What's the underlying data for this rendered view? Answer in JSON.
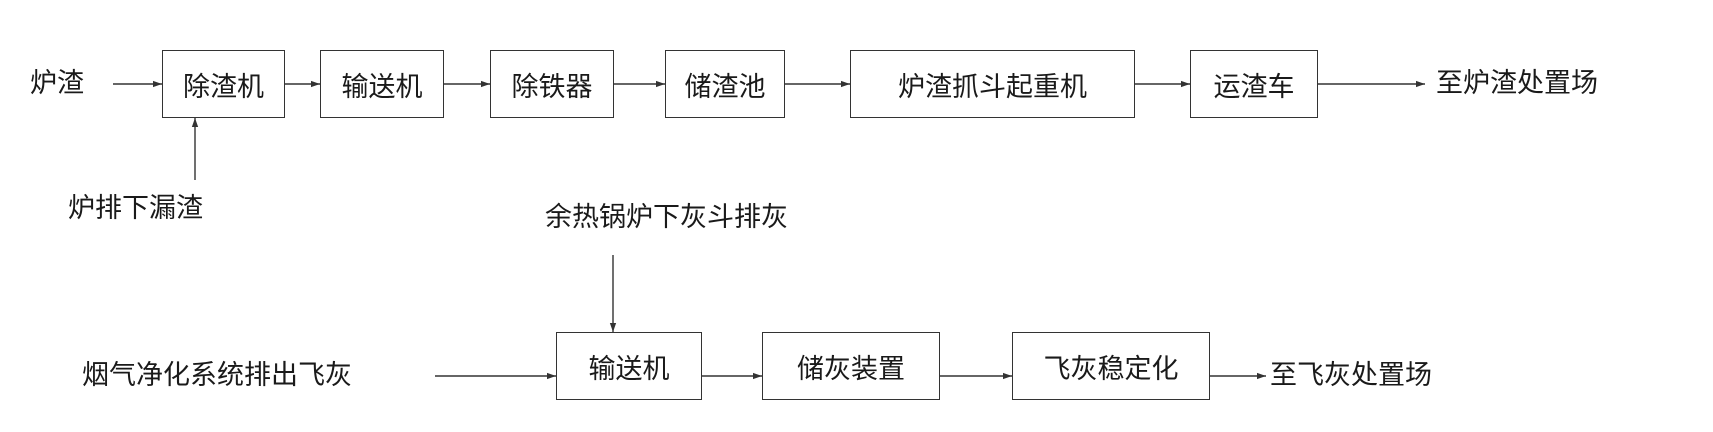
{
  "slag_line": {
    "source": "炉渣",
    "grate_leak": "炉排下漏渣",
    "box_1": "除渣机",
    "box_2": "输送机",
    "box_3": "除铁器",
    "box_4": "储渣池",
    "box_5": "炉渣抓斗起重机",
    "box_6": "运渣车",
    "destination": "至炉渣处置场"
  },
  "ash_line": {
    "boiler_hopper": "余热锅炉下灰斗排灰",
    "source": "烟气净化系统排出飞灰",
    "box_1": "输送机",
    "box_2": "储灰装置",
    "box_3": "飞灰稳定化",
    "destination": "至飞灰处置场"
  },
  "colors": {
    "line": "#333333",
    "text": "#1a1a1a"
  }
}
